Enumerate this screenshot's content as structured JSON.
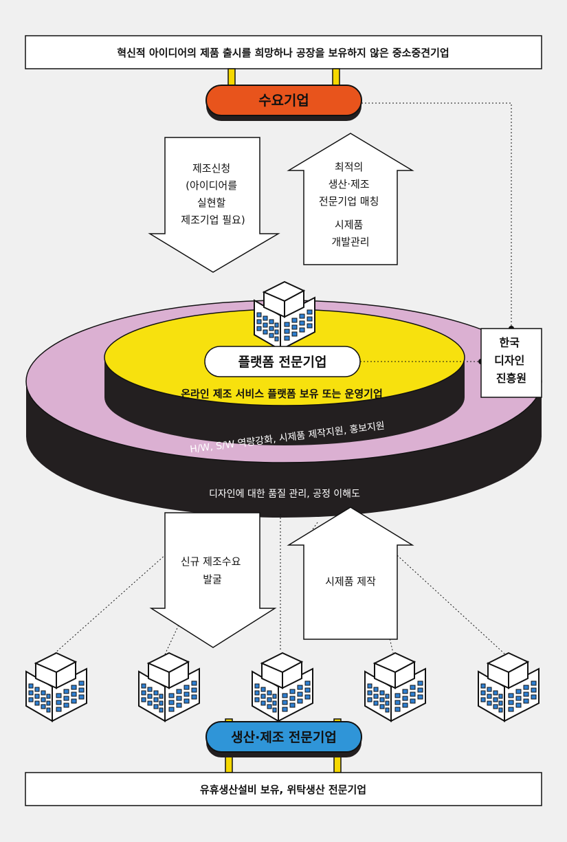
{
  "top_banner": "혁신적 아이디어의 제품 출시를 희망하나 공장을 보유하지 않은 중소중견기업",
  "demand_pill": "수요기업",
  "down_arrow_top": [
    "제조신청",
    "(아이디어를",
    "실현할",
    "제조기업 필요)"
  ],
  "up_arrow_top": {
    "line1": [
      "최적의",
      "생산·제조",
      "전문기업 매칭"
    ],
    "line2": [
      "시제품",
      "개발관리"
    ]
  },
  "platform_pill": "플랫폼 전문기업",
  "platform_desc": "온라인 제조 서비스 플랫폼 보유 또는 운영기업",
  "disk_label_1": "H/W, S/W 역량강화, 시제품 제작지원, 홍보지원",
  "disk_label_2": "디자인에 대한 품질 관리, 공정 이해도",
  "kidp_box": [
    "한국",
    "디자인",
    "진흥원"
  ],
  "down_arrow_bottom": [
    "신규 제조수요",
    "발굴"
  ],
  "up_arrow_bottom": [
    "시제품 제작"
  ],
  "production_pill": "생산·제조 전문기업",
  "bottom_banner": "유휴생산설비 보유, 위탁생산 전문기업",
  "colors": {
    "background": "#f0f0f0",
    "demand_orange": "#e8541c",
    "platform_yellow": "#f7e10e",
    "disk_pink": "#dbb0d2",
    "disk_dark": "#231f20",
    "production_blue": "#2f95d8",
    "connector_yellow": "#f5d800",
    "building_blue": "#2f7fd0"
  }
}
